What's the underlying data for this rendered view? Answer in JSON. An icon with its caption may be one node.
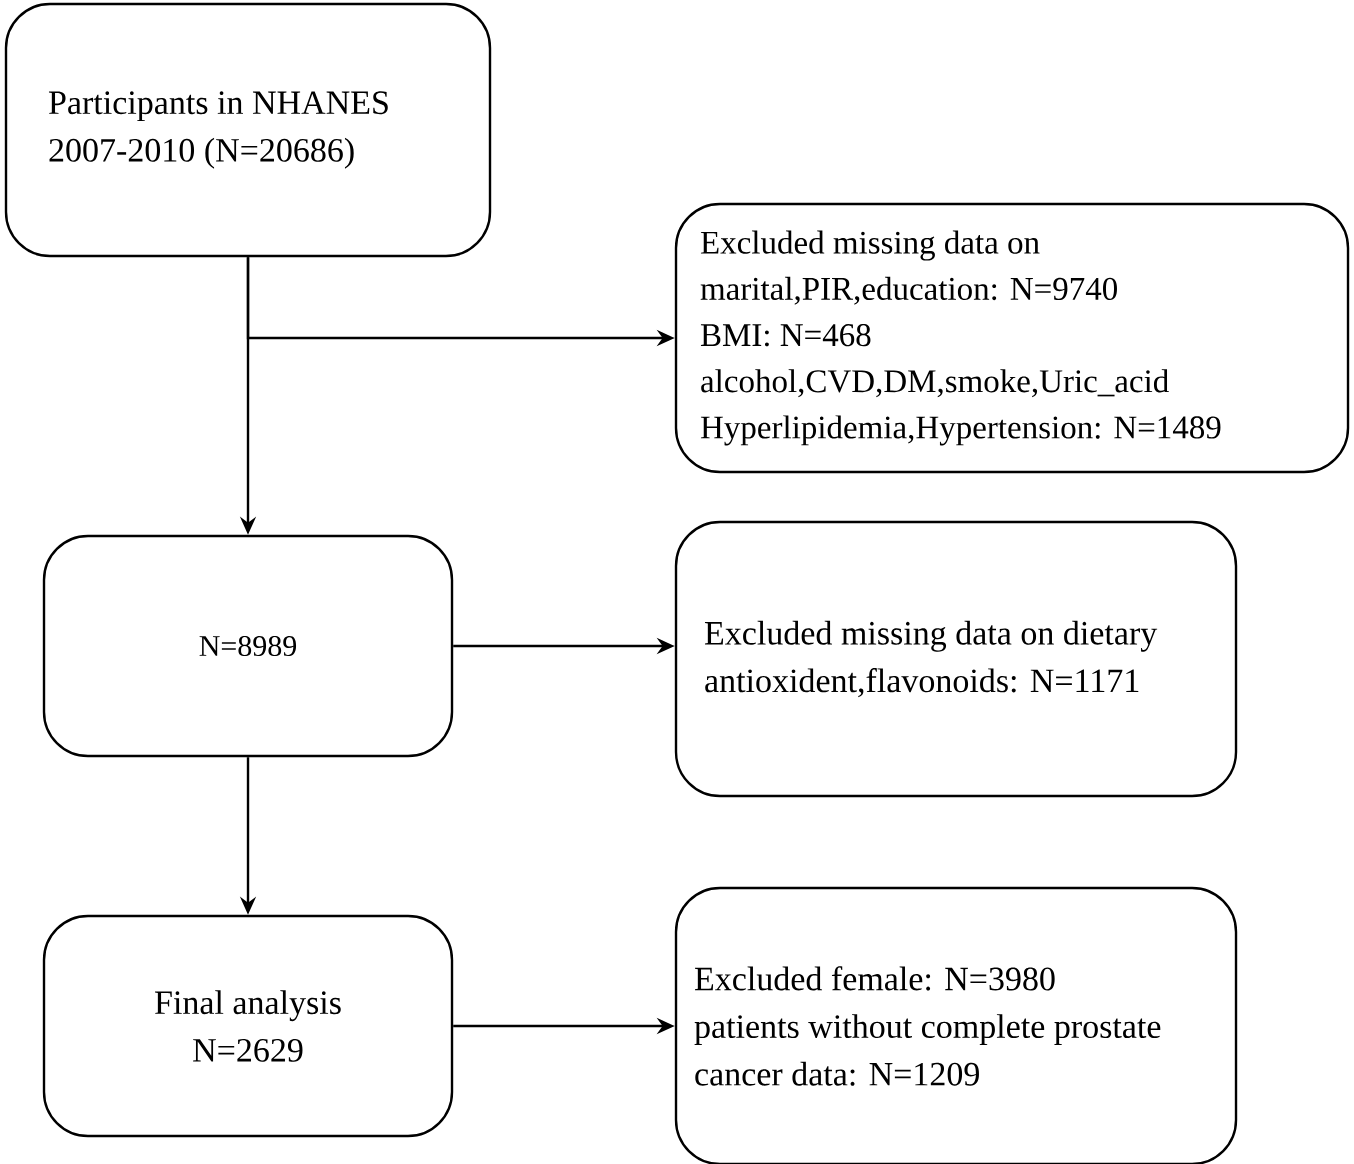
{
  "diagram": {
    "nodes": [
      {
        "text": [
          "Participants in NHANES 2007-2010 (N=20686)"
        ]
      },
      {
        "text": [
          "Excluded missing data on",
          "marital,PIR,education: N=9740",
          "BMI: N=468",
          "alcohol,CVD,DM,smoke,Uric_acid",
          "Hyperlipidemia,Hypertension: N=1489"
        ]
      },
      {
        "text": [
          "N=8989"
        ]
      },
      {
        "text": [
          "Excluded missing data on dietary antioxident,flavonoids: N=1171"
        ]
      },
      {
        "text": [
          "Final analysis",
          "N=2629"
        ]
      },
      {
        "text": [
          "Excluded female: N=3980",
          "patients without complete prostate cancer data: N=1209"
        ]
      }
    ],
    "edges": [
      {
        "from": 0,
        "to": 2,
        "arrow": "to"
      },
      {
        "from": 0,
        "to": 1,
        "arrow": "to"
      },
      {
        "from": 2,
        "to": 3,
        "arrow": "to"
      },
      {
        "from": 2,
        "to": 4,
        "arrow": "to"
      },
      {
        "from": 4,
        "to": 5,
        "arrow": "to"
      }
    ]
  }
}
